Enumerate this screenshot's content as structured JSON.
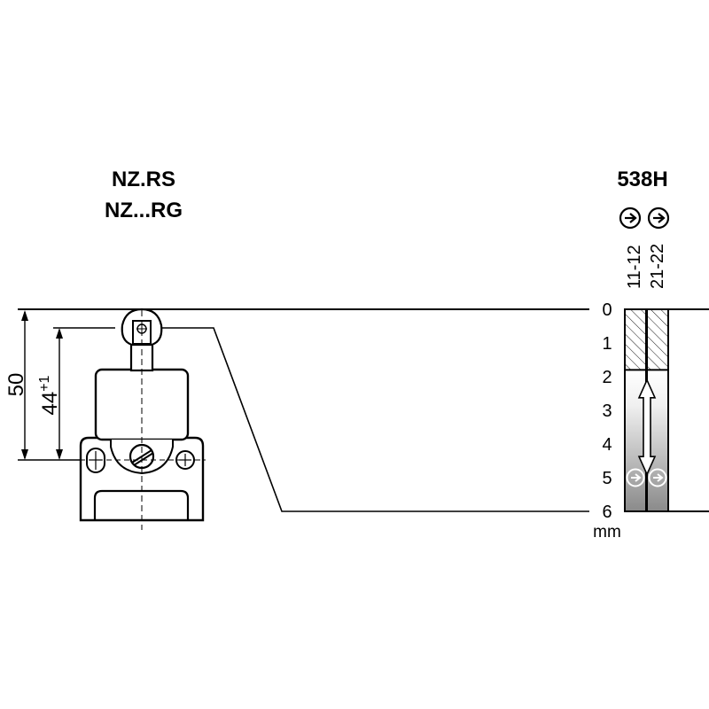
{
  "model": {
    "line1": "NZ.RS",
    "line2": "NZ...RG"
  },
  "diagram_code": "538H",
  "contacts": [
    {
      "label": "11-12",
      "symbol": "positive-opening-icon"
    },
    {
      "label": "21-22",
      "symbol": "positive-opening-icon"
    }
  ],
  "dimensions": {
    "overall": "50",
    "actuator": "44",
    "actuator_tolerance": "+1"
  },
  "travel_scale": {
    "ticks": [
      "0",
      "1",
      "2",
      "3",
      "4",
      "5",
      "6"
    ],
    "unit": "mm",
    "contact_open_until": 1.8,
    "positive_opening_at": 5,
    "max_travel": 6
  }
}
